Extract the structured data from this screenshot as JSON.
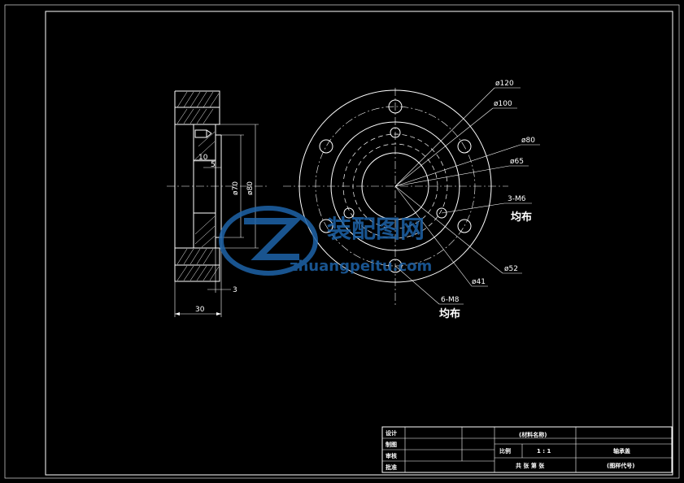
{
  "side_view": {
    "dim_width": "30",
    "dim_step": "3",
    "dim_10": "10",
    "dim_5": "5",
    "dim_d70": "ø70",
    "dim_d80": "ø80"
  },
  "front_view": {
    "callout_d120": "ø120",
    "callout_d100": "ø100",
    "callout_d80": "ø80",
    "callout_d65": "ø65",
    "callout_3m6": "3-M6",
    "callout_3m6_note": "均布",
    "callout_d52": "ø52",
    "callout_d41": "ø41",
    "callout_6m8": "6-M8",
    "callout_6m8_note": "均布"
  },
  "watermark": {
    "brand": "装配图网",
    "url": "zhuangpeitu.com"
  },
  "title_block": {
    "designer_label": "设计",
    "drafter_label": "制图",
    "checker_label": "审核",
    "approver_label": "批准",
    "part_name": "(材料名称)",
    "scale_label": "比例",
    "scale_value": "1 : 1",
    "sheet_info": "共 张   第 张",
    "drawing_title": "轴承盖",
    "drawing_code": "(图样代号)"
  }
}
